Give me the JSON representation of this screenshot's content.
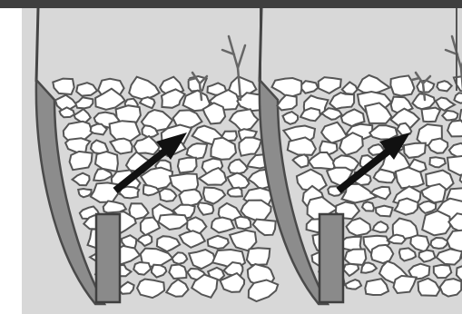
{
  "figure": {
    "panels": [
      {
        "id": "panel-1",
        "arrow_direction": "up-right"
      },
      {
        "id": "panel-2",
        "arrow_direction": "up-right"
      }
    ],
    "colors": {
      "background_panel": "#d8d8d8",
      "top_bar": "#3f3f3f",
      "wall_fill": "#8c8c8c",
      "wall_stroke": "#4a4a4a",
      "rock_fill": "#ffffff",
      "rock_stroke": "#555555",
      "arrow": "#111111",
      "post_fill": "#8a8a8a"
    }
  }
}
